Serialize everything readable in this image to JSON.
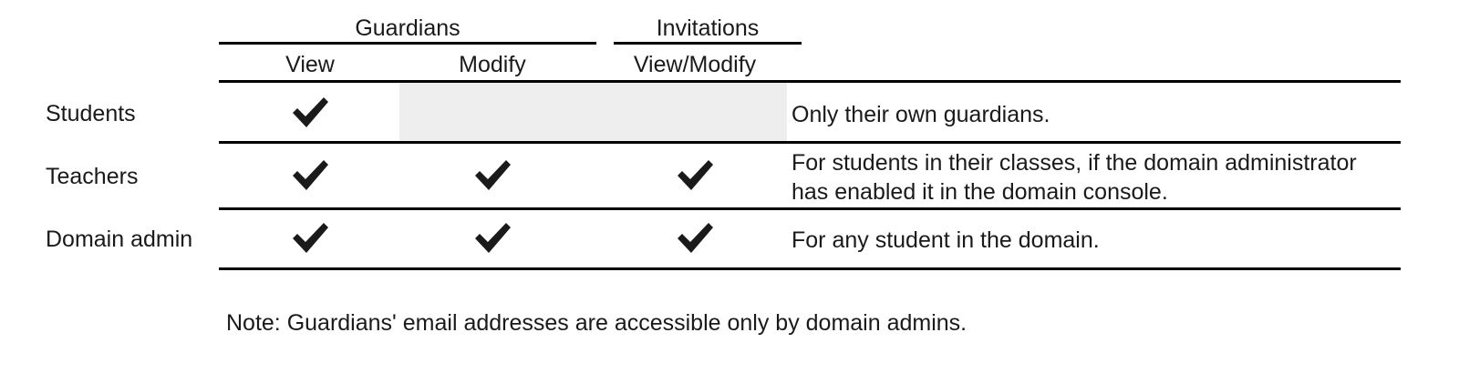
{
  "table": {
    "column_groups": [
      {
        "label": "Guardians",
        "span": 2
      },
      {
        "label": "Invitations",
        "span": 1
      }
    ],
    "columns": [
      {
        "label": "View"
      },
      {
        "label": "Modify"
      },
      {
        "label": "View/Modify"
      }
    ],
    "rows": [
      {
        "label": "Students",
        "view": "check",
        "modify": "shaded",
        "view_modify": "empty",
        "description": "Only their own guardians."
      },
      {
        "label": "Teachers",
        "view": "check",
        "modify": "check",
        "view_modify": "check",
        "description": "For students in their classes, if the domain administrator has enabled it in the domain console."
      },
      {
        "label": "Domain admin",
        "view": "check",
        "modify": "check",
        "view_modify": "check",
        "description": "For any student in the domain."
      }
    ]
  },
  "note": "Note: Guardians' email addresses are accessible only by domain admins.",
  "colors": {
    "background": "#ffffff",
    "text": "#1a1a1a",
    "rule": "#000000",
    "shaded_cell": "#eeeeee",
    "check": "#1a1a1a"
  },
  "icons": {
    "check": "check-icon"
  }
}
